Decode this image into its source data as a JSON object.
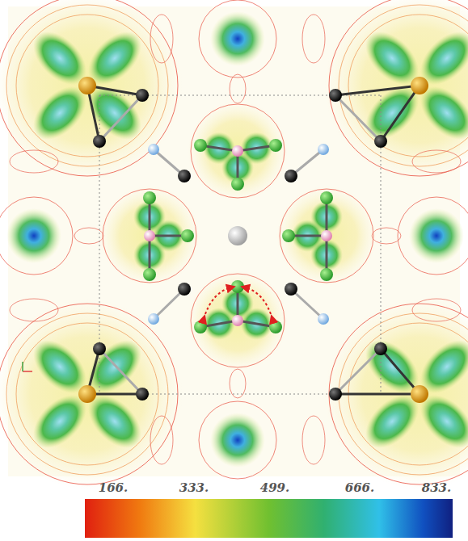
{
  "diagram": {
    "labels": [
      "166.",
      "333.",
      "499.",
      "666.",
      "833."
    ]
  }
}
